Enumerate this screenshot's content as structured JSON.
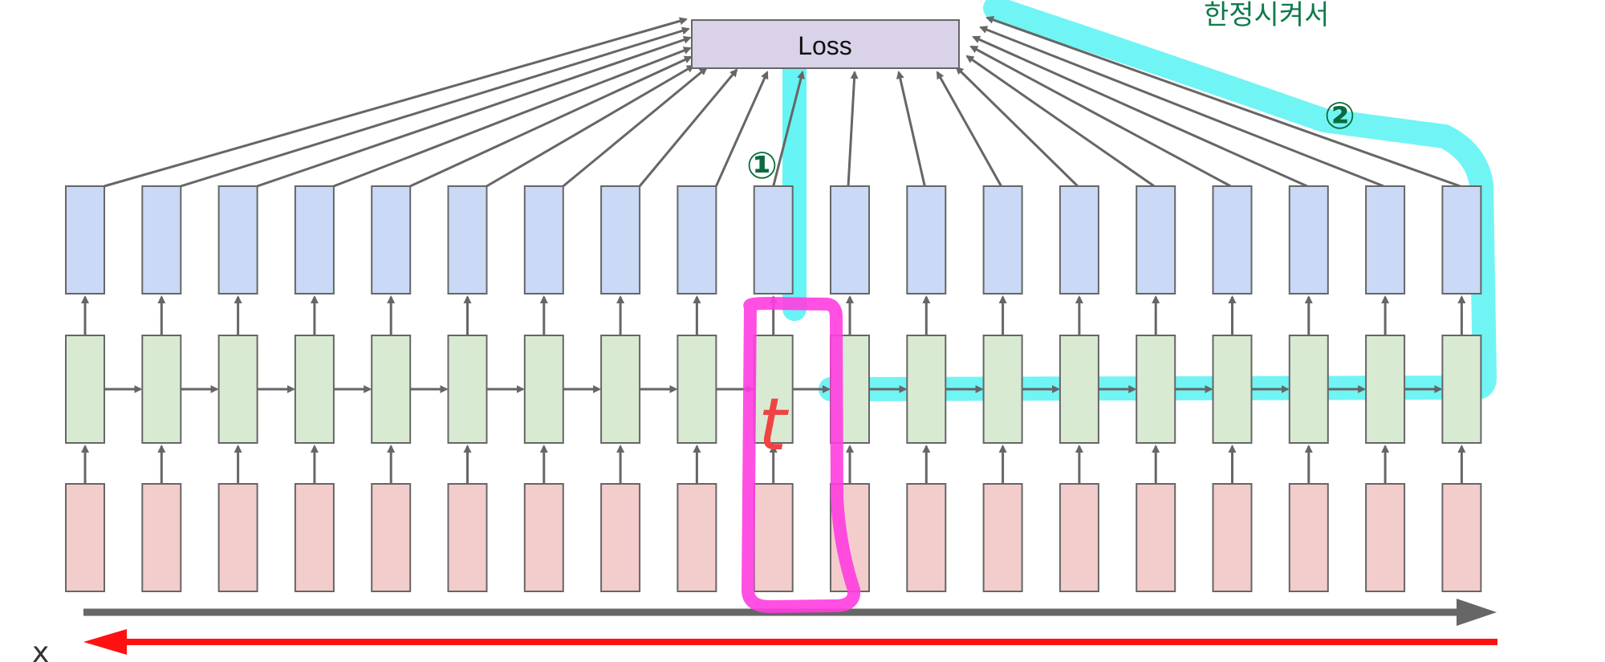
{
  "loss": {
    "label": "Loss"
  },
  "annotations": {
    "korean_note": "한정시켜서",
    "path1_label": "①",
    "path2_label": "②",
    "t_label": "t",
    "x_mark": "x"
  },
  "columns": 19,
  "highlighted_column_index": 9,
  "colors": {
    "output_block": "#c9d9f6",
    "hidden_block": "#d9ead3",
    "input_block": "#f3cccc",
    "loss_box": "#d9d2e9",
    "arrow_gray": "#666666",
    "cyan_highlight": "#34f0f0",
    "magenta_highlight": "#ff3de0",
    "red_arrow": "#ff1111",
    "green_ink": "#0f7a4a"
  }
}
